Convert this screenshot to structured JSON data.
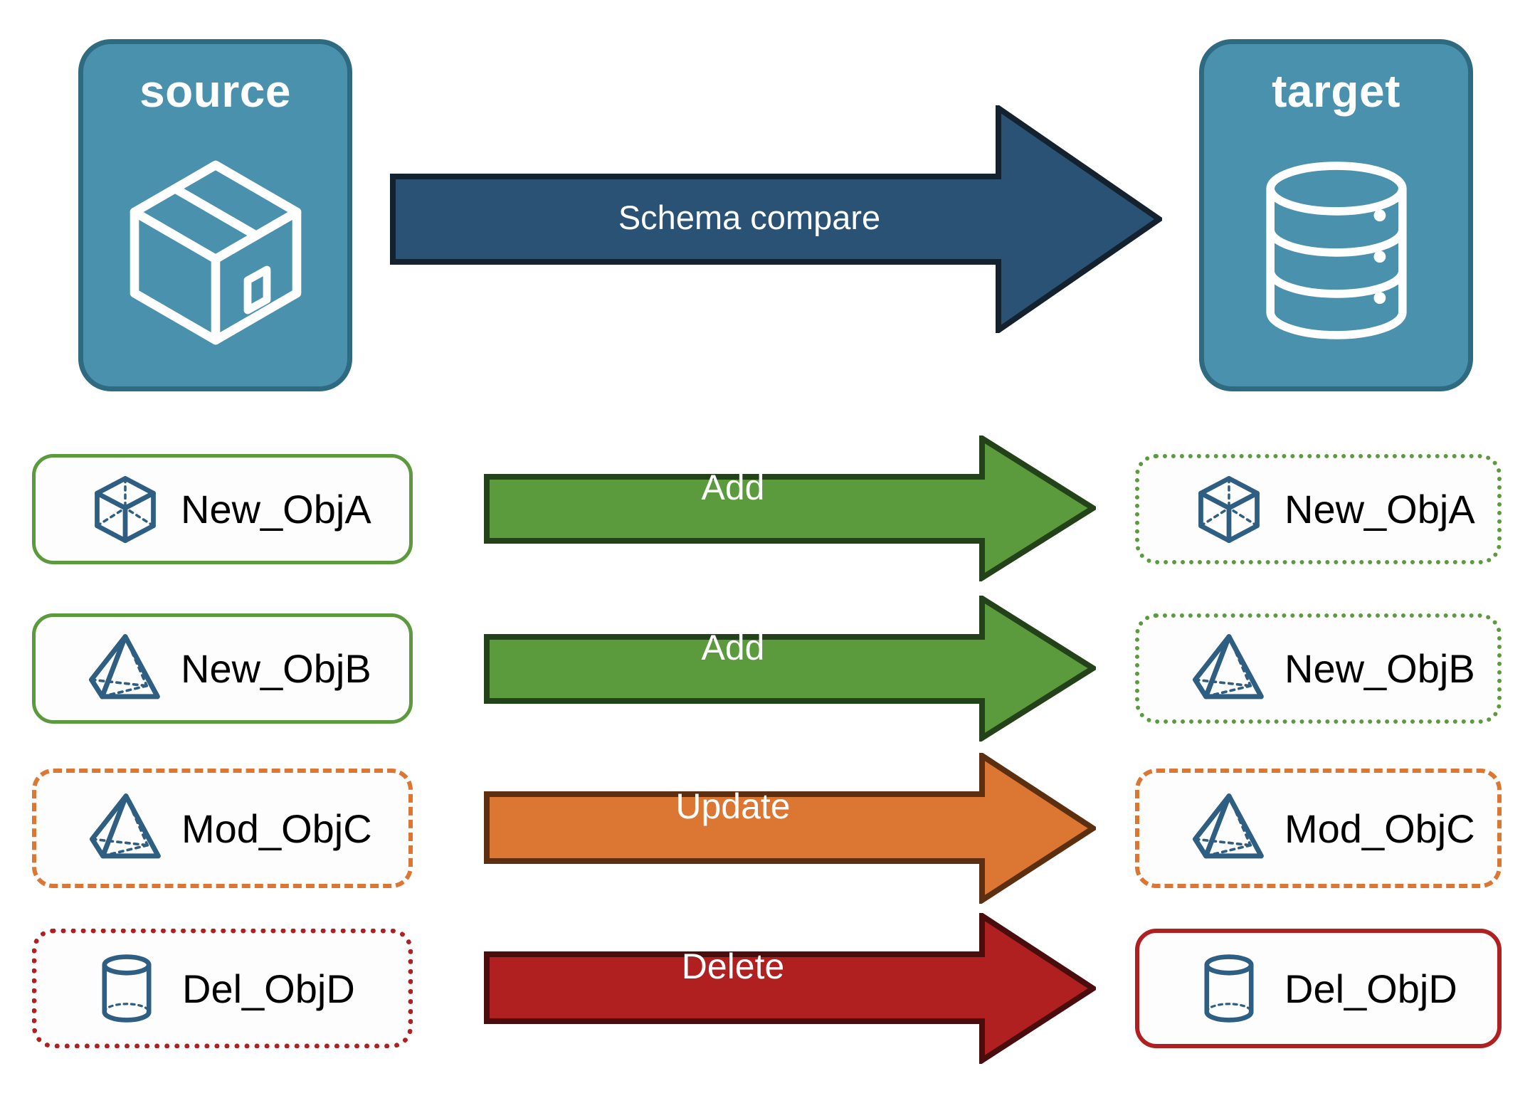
{
  "diagram": {
    "title_source": "source",
    "title_target": "target",
    "compare_arrow_label": "Schema compare",
    "source_icon": "package-box-icon",
    "target_icon": "database-cylinder-icon"
  },
  "colors": {
    "endpoint_fill": "#4A91AE",
    "endpoint_border": "#2E6B80",
    "compare_fill": "#2A5274",
    "compare_border": "#14212E",
    "add_fill": "#5B9B3E",
    "add_border": "#23421A",
    "update_fill": "#DC7633",
    "update_border": "#5B2F10",
    "delete_fill": "#B02020",
    "delete_border": "#4A0D0D",
    "object_icon": "#2E5E82",
    "object_label": "#000000"
  },
  "rows": [
    {
      "operation": "Add",
      "icon": "cube-wireframe-icon",
      "source": {
        "name": "New_ObjA",
        "border_style": "solid",
        "border_color": "#5B9B3E"
      },
      "target": {
        "name": "New_ObjA",
        "border_style": "dotted",
        "border_color": "#5B9B3E"
      },
      "arrow": {
        "label": "Add",
        "fill": "#5B9B3E",
        "border": "#23421A"
      }
    },
    {
      "operation": "Add",
      "icon": "pyramid-wireframe-icon",
      "source": {
        "name": "New_ObjB",
        "border_style": "solid",
        "border_color": "#5B9B3E"
      },
      "target": {
        "name": "New_ObjB",
        "border_style": "dotted",
        "border_color": "#5B9B3E"
      },
      "arrow": {
        "label": "Add",
        "fill": "#5B9B3E",
        "border": "#23421A"
      }
    },
    {
      "operation": "Update",
      "icon": "pyramid-wireframe-icon",
      "source": {
        "name": "Mod_ObjC",
        "border_style": "dashed",
        "border_color": "#DC7633"
      },
      "target": {
        "name": "Mod_ObjC",
        "border_style": "dashed",
        "border_color": "#DC7633"
      },
      "arrow": {
        "label": "Update",
        "fill": "#DC7633",
        "border": "#5B2F10"
      }
    },
    {
      "operation": "Delete",
      "icon": "cylinder-wireframe-icon",
      "source": {
        "name": "Del_ObjD",
        "border_style": "dotted",
        "border_color": "#B02020"
      },
      "target": {
        "name": "Del_ObjD",
        "border_style": "solid",
        "border_color": "#B02020"
      },
      "arrow": {
        "label": "Delete",
        "fill": "#B02020",
        "border": "#4A0D0D"
      }
    }
  ]
}
